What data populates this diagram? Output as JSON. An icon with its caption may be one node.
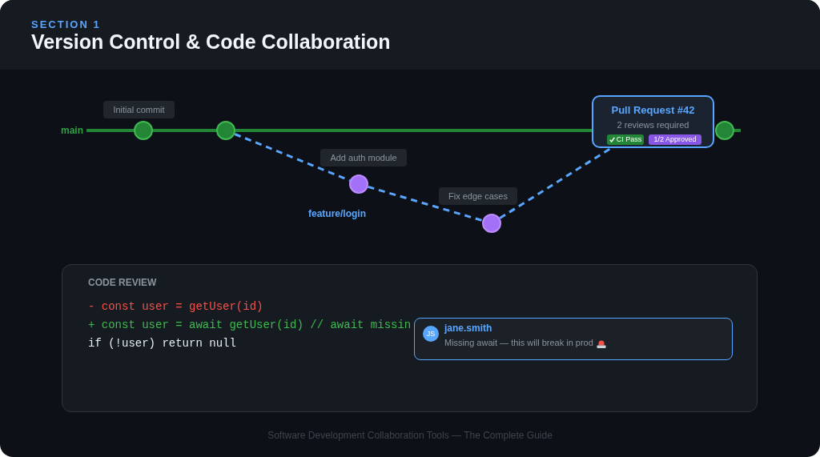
{
  "diagram": {
    "title": "Version Control & Code Collaboration",
    "caption": "Software Development Collaboration Tools — The Complete Guide",
    "nodes": [
      {
        "text": [
          "Initial commit"
        ]
      },
      {
        "text": [
          "main"
        ]
      },
      {
        "text": [],
        "shape": "circle"
      },
      {
        "text": [],
        "shape": "circle"
      },
      {
        "text": [
          "Pull Request #42",
          "2 reviews required"
        ]
      },
      {
        "text": [
          "CI Pass"
        ],
        "in": 4
      },
      {
        "text": [
          "1/2 Approved"
        ],
        "in": 4
      },
      {
        "text": [],
        "shape": "circle"
      },
      {
        "text": [
          "Add auth module"
        ]
      },
      {
        "text": [],
        "shape": "circle"
      },
      {
        "text": [
          "Fix edge cases"
        ]
      },
      {
        "text": [],
        "shape": "circle"
      },
      {
        "text": [
          "CODE REVIEW",
          "- const user = getUser(id)",
          "+ const user = await getUser(id) // await missin",
          "if (!user) return null"
        ]
      },
      {
        "text": [
          "jane.smith",
          "Missing await — this will break in prod"
        ],
        "in": 12
      },
      {
        "text": [
          "JS"
        ],
        "in": 13
      }
    ],
    "edges": [
      {
        "from": 1,
        "to": 2,
        "arrow": "none"
      },
      {
        "from": 2,
        "to": 3,
        "arrow": "none"
      },
      {
        "from": 3,
        "to": 4,
        "arrow": "none"
      },
      {
        "from": 7,
        "to": null,
        "arrow": "none"
      },
      {
        "from": 3,
        "to": 9,
        "arrow": "none",
        "style": "dashed",
        "color": "#58a6ff"
      },
      {
        "from": 9,
        "to": 11,
        "arrow": "none",
        "style": "dashed",
        "color": "#58a6ff"
      },
      {
        "from": 11,
        "to": 4,
        "arrow": "none",
        "style": "dashed",
        "color": "#58a6ff"
      }
    ],
    "labels": [
      "SECTION 1",
      "feature/login"
    ]
  }
}
